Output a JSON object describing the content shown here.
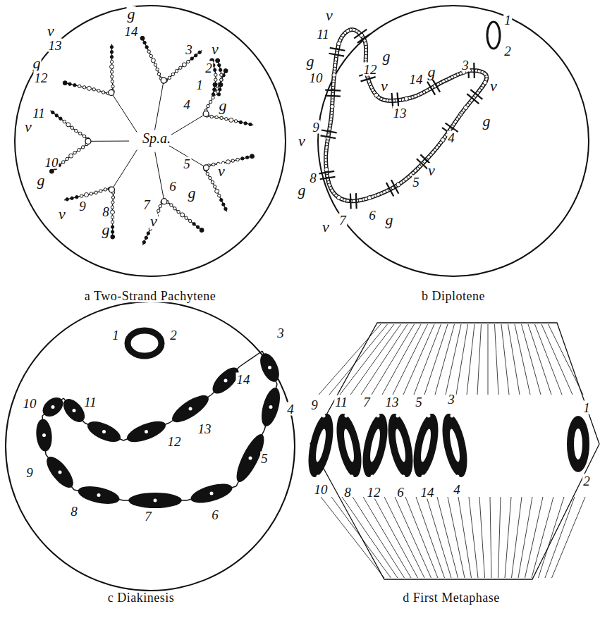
{
  "diagram": {
    "labels": [
      "g",
      "14",
      "v",
      "13",
      "3",
      "v",
      "2",
      "1",
      "g",
      "12",
      "Sp.a.",
      "4",
      "g",
      "11",
      "v",
      "10",
      "5",
      "v",
      "g",
      "9",
      "v",
      "8",
      "g",
      "7",
      "v",
      "6",
      "g",
      "a Two-Strand Pachytene",
      "v",
      "11",
      "1",
      "2",
      "g",
      "10",
      "12",
      "g",
      "14",
      "g",
      "13",
      "v",
      "3",
      "v",
      "v",
      "9",
      "4",
      "g",
      "8",
      "g",
      "5",
      "v",
      "6",
      "g",
      "7",
      "v",
      "b Diplotene",
      "1",
      "2",
      "3",
      "14",
      "10",
      "11",
      "4",
      "13",
      "12",
      "9",
      "5",
      "8",
      "7",
      "6",
      "c Diakinesis",
      "9",
      "11",
      "7",
      "13",
      "5",
      "3",
      "1",
      "10",
      "8",
      "12",
      "6",
      "14",
      "4",
      "2",
      "d First Metaphase"
    ]
  }
}
